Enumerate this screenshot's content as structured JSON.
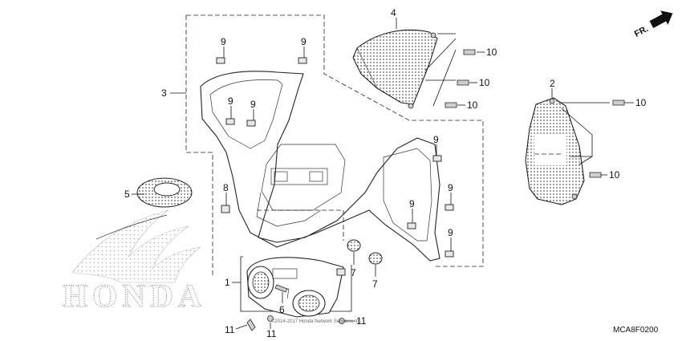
{
  "diagram": {
    "callouts": {
      "c1": "1",
      "c2": "2",
      "c3": "3",
      "c4": "4",
      "c5": "5",
      "c6": "6",
      "c7a": "7",
      "c7b": "7",
      "c8": "8",
      "c9a": "9",
      "c9b": "9",
      "c9c": "9",
      "c9d": "9",
      "c9e": "9",
      "c9f": "9",
      "c9g": "9",
      "c9h": "9",
      "c10a": "10",
      "c10b": "10",
      "c10c": "10",
      "c10d": "10",
      "c10e": "10",
      "c11a": "11",
      "c11b": "11",
      "c11c": "11"
    },
    "direction_label": "FR.",
    "diagram_code": "MCA8F0200",
    "brand_watermark": "HONDA",
    "copyright_fine_print": "©2014-2017 Honda Network Services, Inc."
  }
}
